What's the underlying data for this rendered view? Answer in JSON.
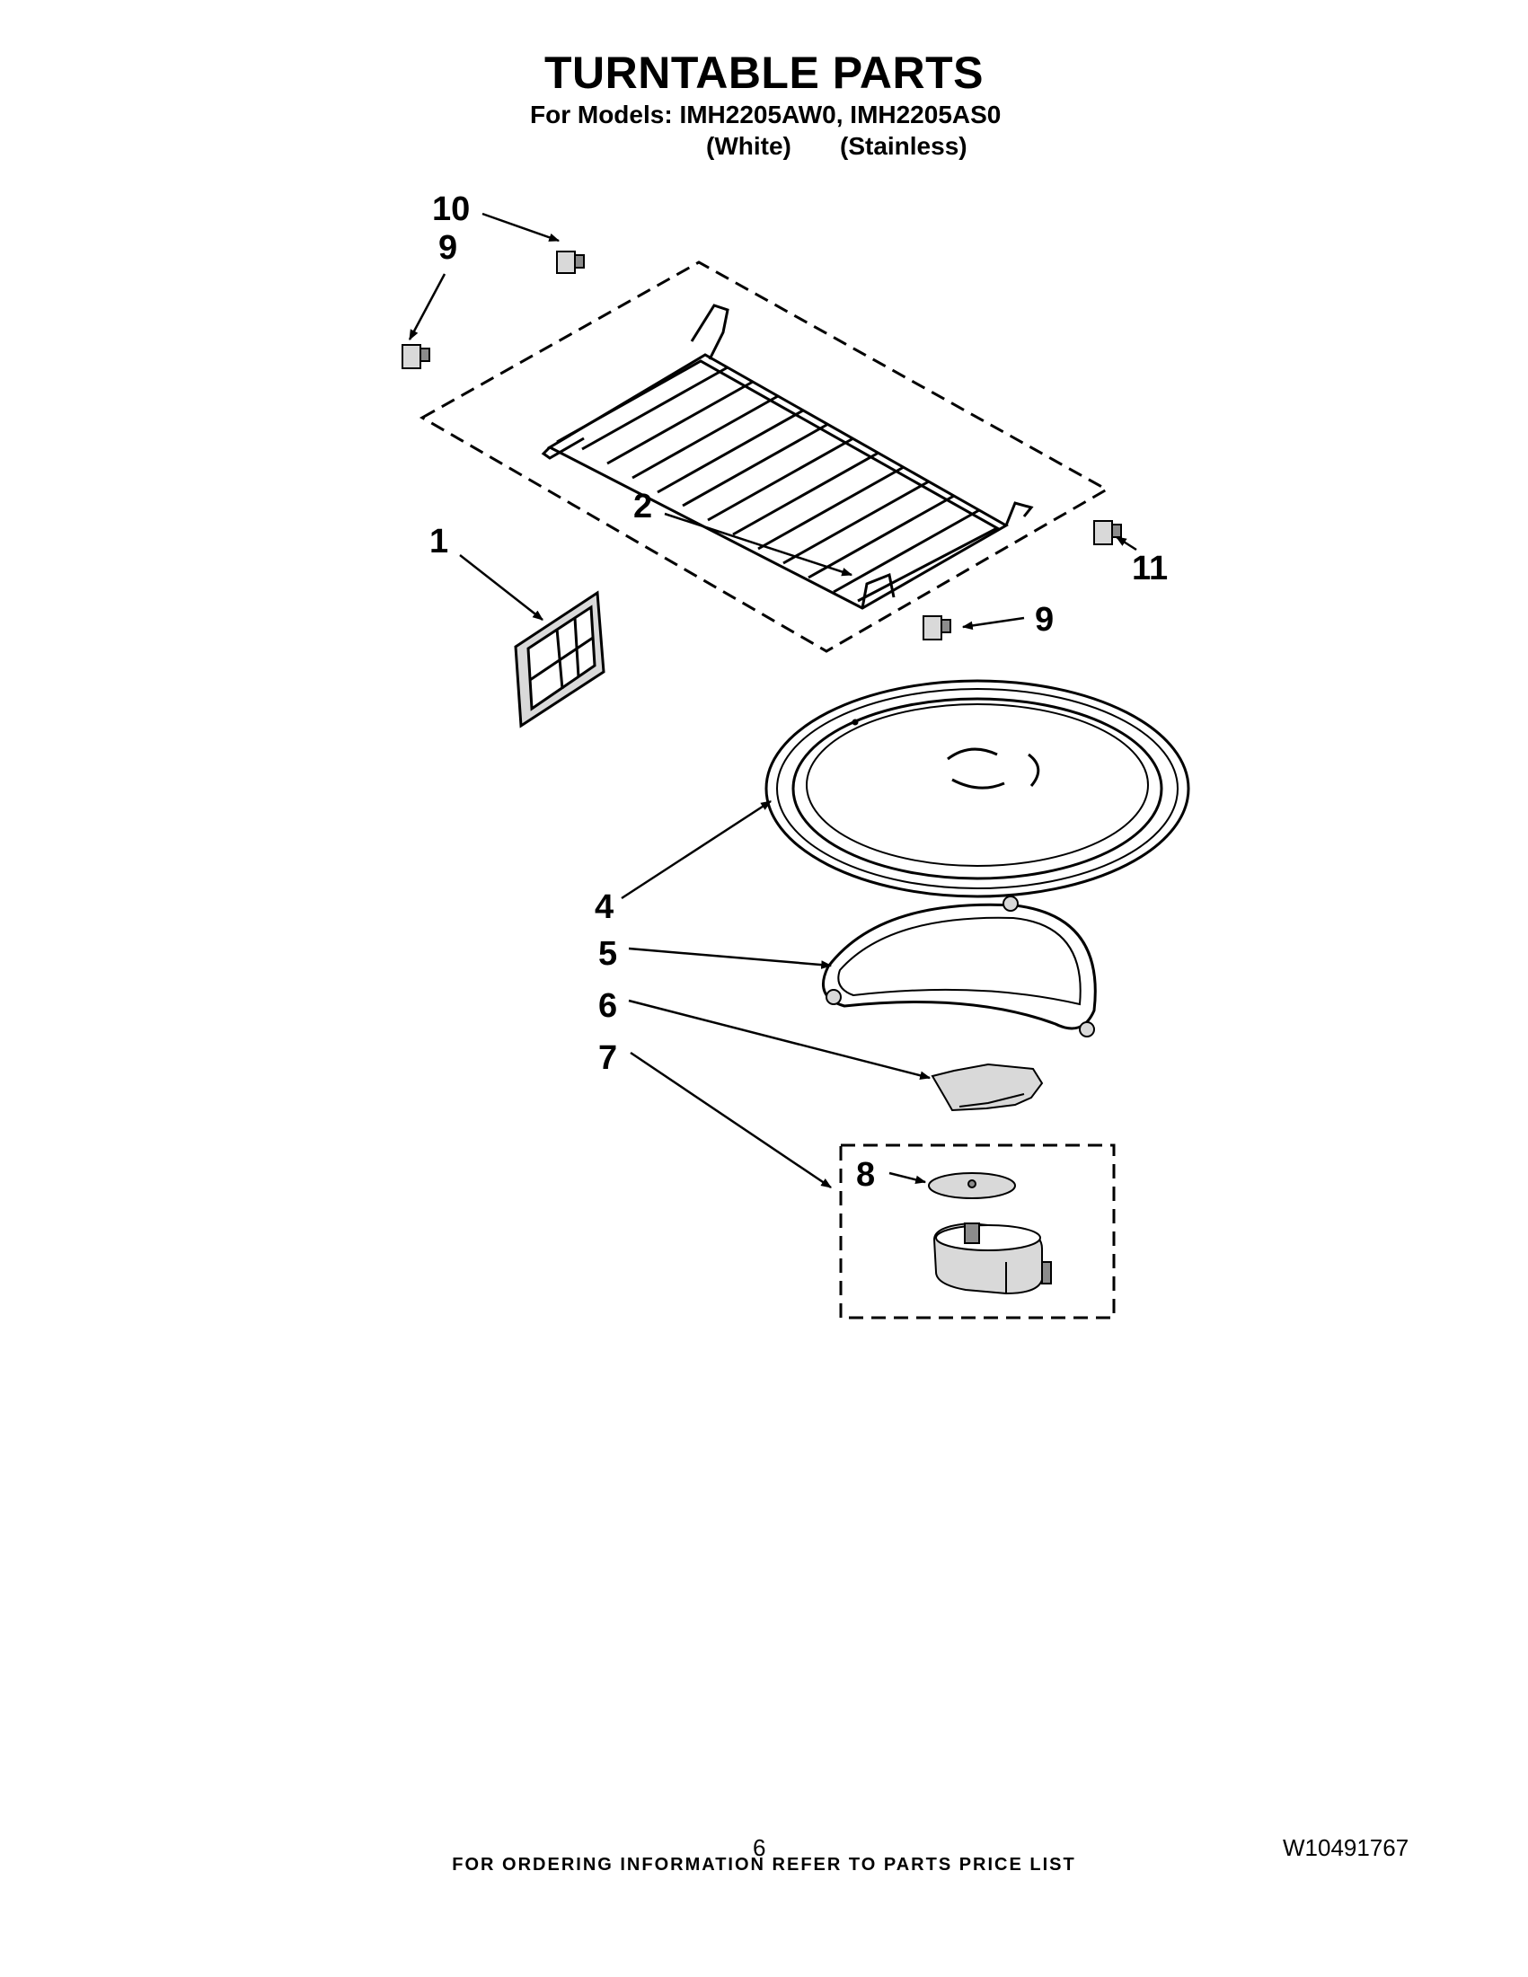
{
  "header": {
    "title": "TURNTABLE PARTS",
    "models_line": "For Models: IMH2205AW0, IMH2205AS0",
    "variant_white": "(White)",
    "variant_stainless": "(Stainless)"
  },
  "callouts": {
    "c10": "10",
    "c9_top": "9",
    "c2": "2",
    "c1": "1",
    "c11": "11",
    "c9_mid": "9",
    "c4": "4",
    "c5": "5",
    "c6": "6",
    "c7": "7",
    "c8": "8"
  },
  "footer": {
    "ordering_note": "FOR ORDERING INFORMATION REFER TO PARTS PRICE LIST",
    "page_number": "6",
    "doc_number": "W10491767"
  },
  "colors": {
    "ink": "#000000",
    "part_fill": "#d9d9d9",
    "part_shade": "#8c8c8c"
  }
}
